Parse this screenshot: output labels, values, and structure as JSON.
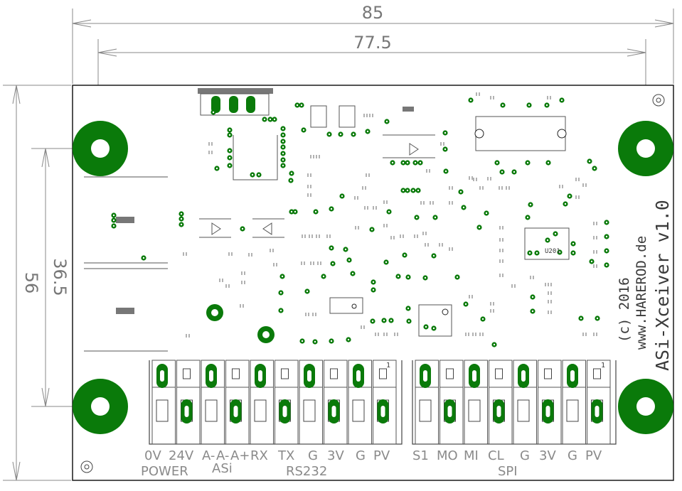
{
  "dimensions": {
    "width_outer": "85",
    "width_inner": "77.5",
    "height_outer": "56",
    "height_inner": "36.5"
  },
  "silkscreen": {
    "copyright": "(c) 2016",
    "website": "www.HAREROD.de",
    "product": "ASi-Xceiver v1.0",
    "ic_label": "U201",
    "pin1_left": "1",
    "pin1_right": "1"
  },
  "connectors": {
    "left_pins": [
      "0V",
      "24V",
      "A-",
      "A-",
      "A+",
      "RX",
      "TX",
      "G",
      "3V",
      "G",
      "PV"
    ],
    "right_pins": [
      "S1",
      "MO",
      "MI",
      "CL",
      "G",
      "3V",
      "G",
      "PV"
    ],
    "groups": [
      "POWER",
      "ASi",
      "RS232",
      "SPI"
    ]
  },
  "colors": {
    "copper": "#0a7a0a",
    "outline": "#1a1a1a",
    "dimension": "#888888",
    "text": "#8a8a8a"
  }
}
